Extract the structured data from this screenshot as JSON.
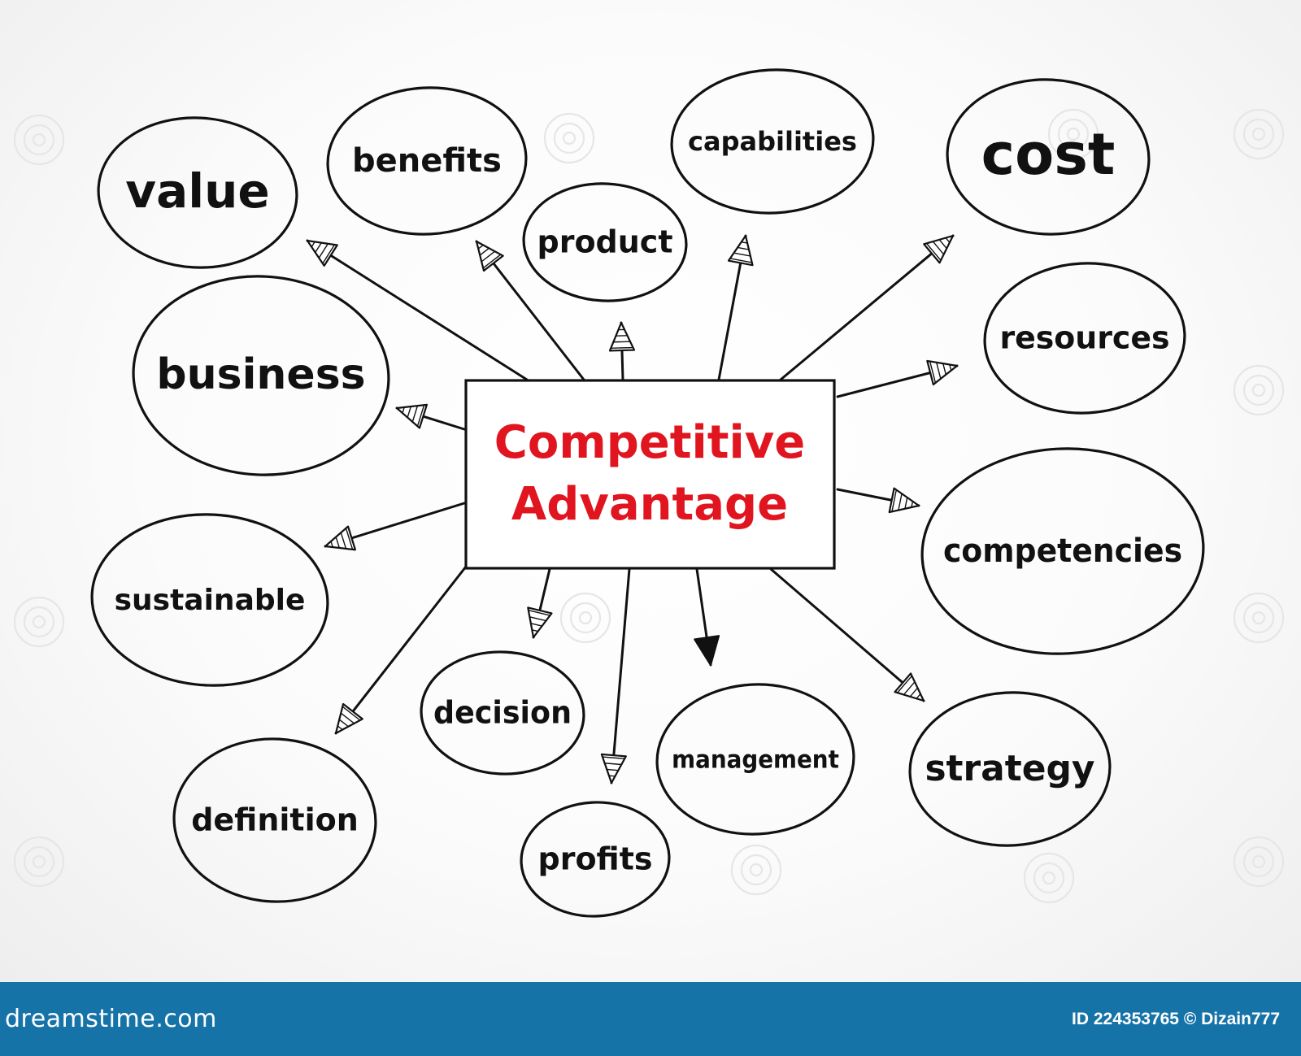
{
  "diagram": {
    "center": {
      "line1": "Competitive",
      "line2": "Advantage"
    },
    "nodes": [
      {
        "id": "value",
        "label": "value"
      },
      {
        "id": "benefits",
        "label": "benefits"
      },
      {
        "id": "product",
        "label": "product"
      },
      {
        "id": "capabilities",
        "label": "capabilities"
      },
      {
        "id": "cost",
        "label": "cost"
      },
      {
        "id": "resources",
        "label": "resources"
      },
      {
        "id": "business",
        "label": "business"
      },
      {
        "id": "competencies",
        "label": "competencies"
      },
      {
        "id": "sustainable",
        "label": "sustainable"
      },
      {
        "id": "strategy",
        "label": "strategy"
      },
      {
        "id": "decision",
        "label": "decision"
      },
      {
        "id": "management",
        "label": "management"
      },
      {
        "id": "definition",
        "label": "definition"
      },
      {
        "id": "profits",
        "label": "profits"
      }
    ],
    "colors": {
      "center_text": "#e0151f",
      "ink": "#111111",
      "footer_bg": "#1673a8"
    }
  },
  "footer": {
    "brand": "dreamstime.com",
    "credit": "ID 224353765 © Dizain777"
  }
}
